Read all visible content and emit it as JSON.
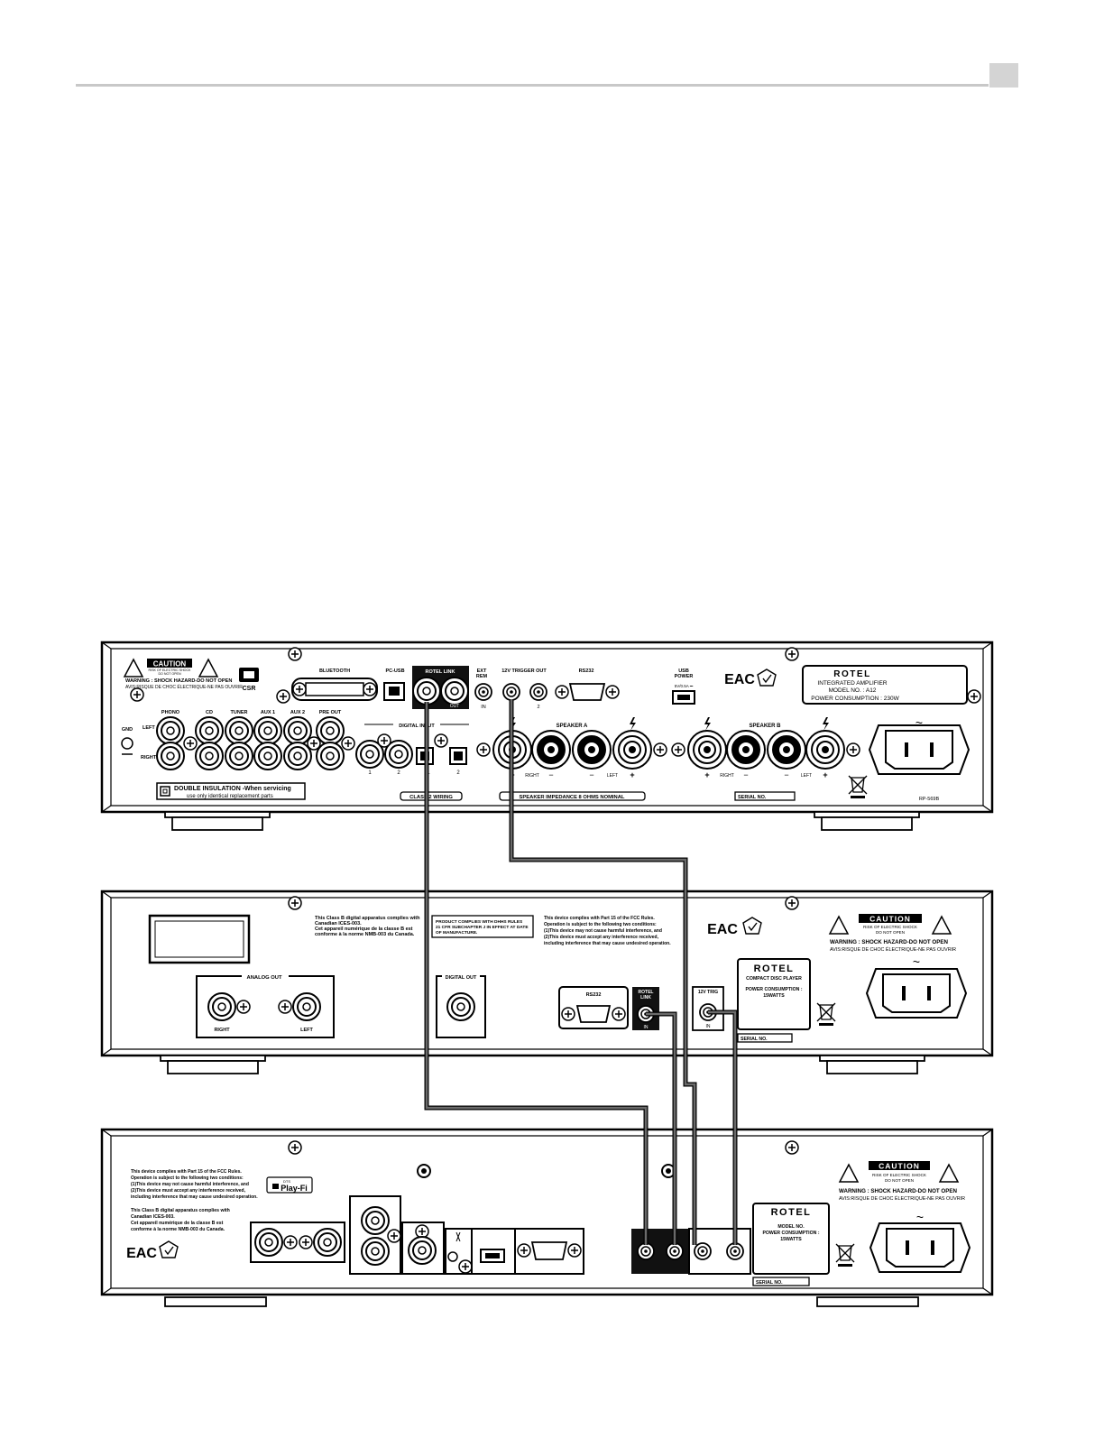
{
  "colors": {
    "cable": "#5a5a5a",
    "panel_stroke": "#000000",
    "black_block": "#111111",
    "header_rule": "#c8c8c8"
  },
  "amplifier": {
    "caution": "CAUTION",
    "caution_sub1": "RISK OF ELECTRIC SHOCK",
    "caution_sub2": "DO NOT OPEN",
    "warning": "WARNING : SHOCK HAZARD-DO NOT OPEN",
    "avis": "AVIS:RISQUE DE CHOC ÉLECTRIQUE-NE PAS OUVRIR",
    "csr": "CSR",
    "bluetooth": "BLUETOOTH",
    "pc_usb": "PC-USB",
    "rotel_link": "ROTEL LINK",
    "link_in": "IN",
    "link_out": "OUT",
    "ext_rem": "EXT\nREM",
    "ext_in": "IN",
    "trigger_out": "12V TRIGGER OUT",
    "trig1": "1",
    "trig2": "2",
    "rs232": "RS232",
    "usb_power": "USB\nPOWER",
    "usb_power_spec": "5V/0.5A ⎓",
    "eac": "EAC",
    "brand": "ROTEL",
    "product": "INTEGRATED AMPLIFIER",
    "model": "MODEL NO. : A12",
    "power": "POWER CONSUMPTION : 230W",
    "inputs": [
      "PHONO",
      "CD",
      "TUNER",
      "AUX 1",
      "AUX 2",
      "PRE OUT"
    ],
    "gnd": "GND",
    "left": "LEFT",
    "right": "RIGHT",
    "digital_input": "DIGITAL INPUT",
    "digital_nums": [
      "1",
      "2",
      "1",
      "2"
    ],
    "speaker_a": "SPEAKER A",
    "speaker_b": "SPEAKER B",
    "spk_right": "RIGHT",
    "spk_left": "LEFT",
    "plus": "+",
    "minus": "−",
    "double_insulation": "DOUBLE INSULATION -When servicing",
    "double_insulation2": "use only identical replacement parts",
    "class2": "CLASS 2 WIRING",
    "impedance": "SPEAKER IMPEDANCE 8 OHMS NOMINAL",
    "serial": "SERIAL NO.",
    "part_code": "RP-569B",
    "ac_symbol": "~"
  },
  "cd_player": {
    "canada": [
      "This Class B digital apparatus complies with",
      "Canadian ICES-003.",
      "Cet appareil numérique de la classe B est",
      "conforme à la norme NMB-003 du Canada."
    ],
    "dhhs": [
      "PRODUCT COMPLIES WITH DHHS RULES",
      "21 CFR SUBCHAPTER J IN EFFECT AT DATE",
      "OF MANUFACTURE."
    ],
    "fcc": [
      "This device complies with Part 15 of the FCC Rules.",
      "Operation is subject to the following two conditions:",
      "(1)This device may not cause harmful interference, and",
      "(2)This device must accept any interference received,",
      "including interference that may cause undesired operation."
    ],
    "eac": "EAC",
    "caution": "CAUTION",
    "caution_sub1": "RISK OF ELECTRIC SHOCK",
    "caution_sub2": "DO NOT OPEN",
    "warning": "WARNING : SHOCK HAZARD-DO NOT OPEN",
    "avis": "AVIS:RISQUE DE CHOC ÉLECTRIQUE-NE PAS OUVRIR",
    "analog_out": "ANALOG OUT",
    "right": "RIGHT",
    "left": "LEFT",
    "digital_out": "DIGITAL OUT",
    "rs232": "RS232",
    "rotel_link": "ROTEL\nLINK",
    "link_in": "IN",
    "trig": "12V TRIG",
    "trig_in": "IN",
    "brand": "ROTEL",
    "product": "COMPACT DISC PLAYER",
    "power": "POWER CONSUMPTION :",
    "watts": "15WATTS",
    "serial": "SERIAL NO.",
    "ac_symbol": "~"
  },
  "streamer": {
    "fcc": [
      "This device complies with Part 15 of the FCC Rules.",
      "Operation is subject to the following two conditions:",
      "(1)This device may not cause harmful interference, and",
      "(2)This device must accept any interference received,",
      "including interference that may cause undesired operation."
    ],
    "playfi": "Play-Fi",
    "playfi_small": "DTS",
    "canada": [
      "This Class B digital apparatus complies with",
      "Canadian ICES-003.",
      "Cet appareil numérique de la classe B est",
      "conforme à la norme NMB-003 du Canada."
    ],
    "eac": "EAC",
    "caution": "CAUTION",
    "caution_sub1": "RISK OF ELECTRIC SHOCK",
    "caution_sub2": "DO NOT OPEN",
    "warning": "WARNING : SHOCK HAZARD-DO NOT OPEN",
    "avis": "AVIS:RISQUE DE CHOC ÉLECTRIQUE-NE PAS OUVRIR",
    "brand": "ROTEL",
    "model": "MODEL NO.",
    "power": "POWER CONSUMPTION :",
    "watts": "15WATTS",
    "serial": "SERIAL NO.",
    "ac_symbol": "~"
  }
}
